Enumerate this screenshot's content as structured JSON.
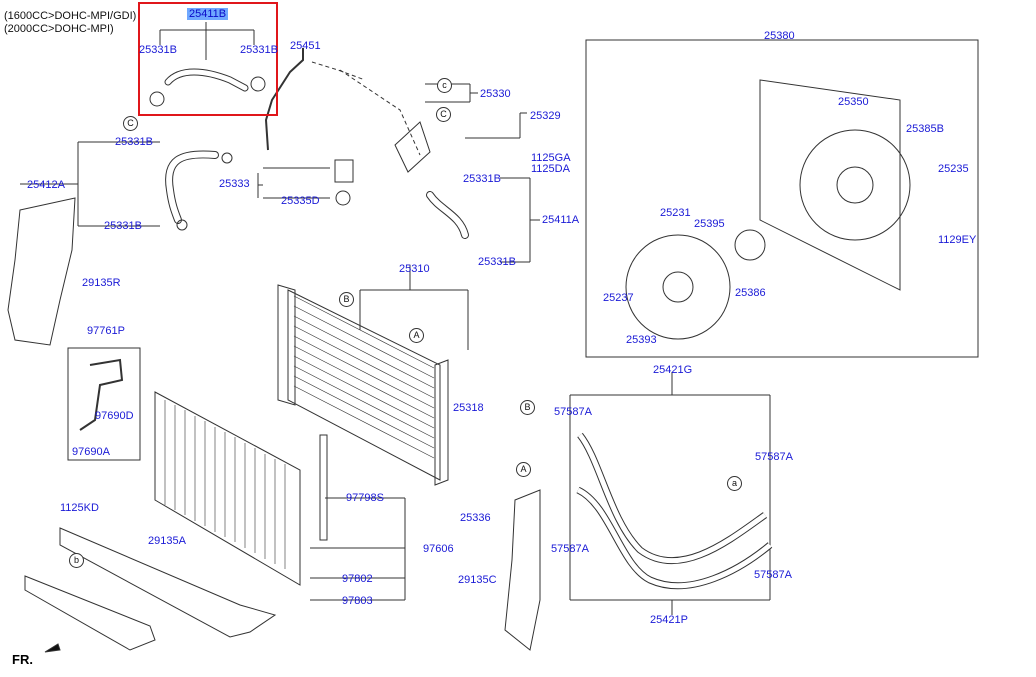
{
  "engine_notes": [
    "(1600CC>DOHC-MPI/GDI)",
    "(2000CC>DOHC-MPI)"
  ],
  "selected_part": "25411B",
  "highlight_color": "#e0161b",
  "labels": {
    "p25331b_a": "25331B",
    "p25331b_b": "25331B",
    "p25451": "25451",
    "p25380": "25380",
    "p25330": "25330",
    "p25329": "25329",
    "p25350": "25350",
    "p25385b": "25385B",
    "p25235": "25235",
    "p1125ga": "1125GA",
    "p1125da": "1125DA",
    "p25331b_c": "25331B",
    "p25412a": "25412A",
    "p25333": "25333",
    "p25331b_d": "25331B",
    "p25335d": "25335D",
    "p25331b_e": "25331B",
    "p25411a": "25411A",
    "p25331b_f": "25331B",
    "p25231": "25231",
    "p25395": "25395",
    "p1129ey": "1129EY",
    "p25310": "25310",
    "p29135r": "29135R",
    "p25237": "25237",
    "p25386": "25386",
    "p25393": "25393",
    "p97761p": "97761P",
    "p97690d": "97690D",
    "p97690a": "97690A",
    "p25318": "25318",
    "p25421g": "25421G",
    "p57587a_1": "57587A",
    "p57587a_2": "57587A",
    "p97798s": "97798S",
    "p1125kd": "1125KD",
    "p25336": "25336",
    "p29135a": "29135A",
    "p97606": "97606",
    "p57587a_3": "57587A",
    "p29135c": "29135C",
    "p57587a_4": "57587A",
    "p97802": "97802",
    "p97803": "97803",
    "p25421p": "25421P"
  },
  "callouts": {
    "c1": "c",
    "c2": "C",
    "c3": "C",
    "b1": "B",
    "a1": "A",
    "b2": "B",
    "a2": "A",
    "a3": "a",
    "b3": "b"
  },
  "front_label": "FR."
}
